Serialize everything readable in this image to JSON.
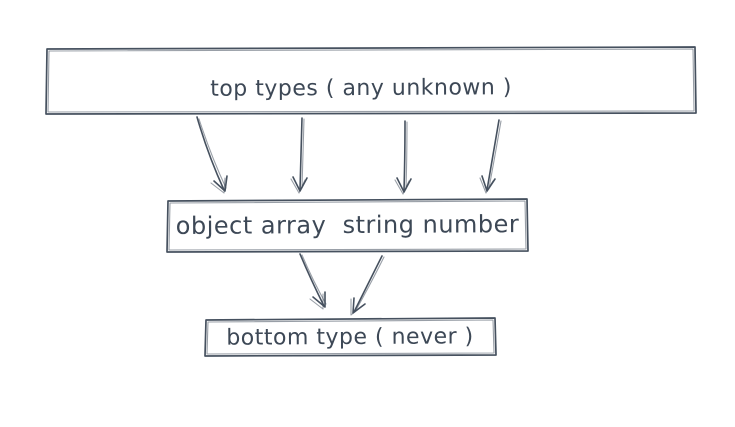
{
  "diagram": {
    "colors": {
      "background": "#ffffff",
      "stroke": "#46515f",
      "text": "#3d4856"
    },
    "nodes": [
      {
        "id": "top-types",
        "label": "top types ( any unknown )"
      },
      {
        "id": "middle-types",
        "label": "object array  string number"
      },
      {
        "id": "bottom-type",
        "label": "bottom type ( never )"
      }
    ],
    "edges": [
      {
        "from": "top-types",
        "to": "middle-types",
        "arrow_count": 4
      },
      {
        "from": "middle-types",
        "to": "bottom-type",
        "arrow_count": 2
      }
    ]
  }
}
